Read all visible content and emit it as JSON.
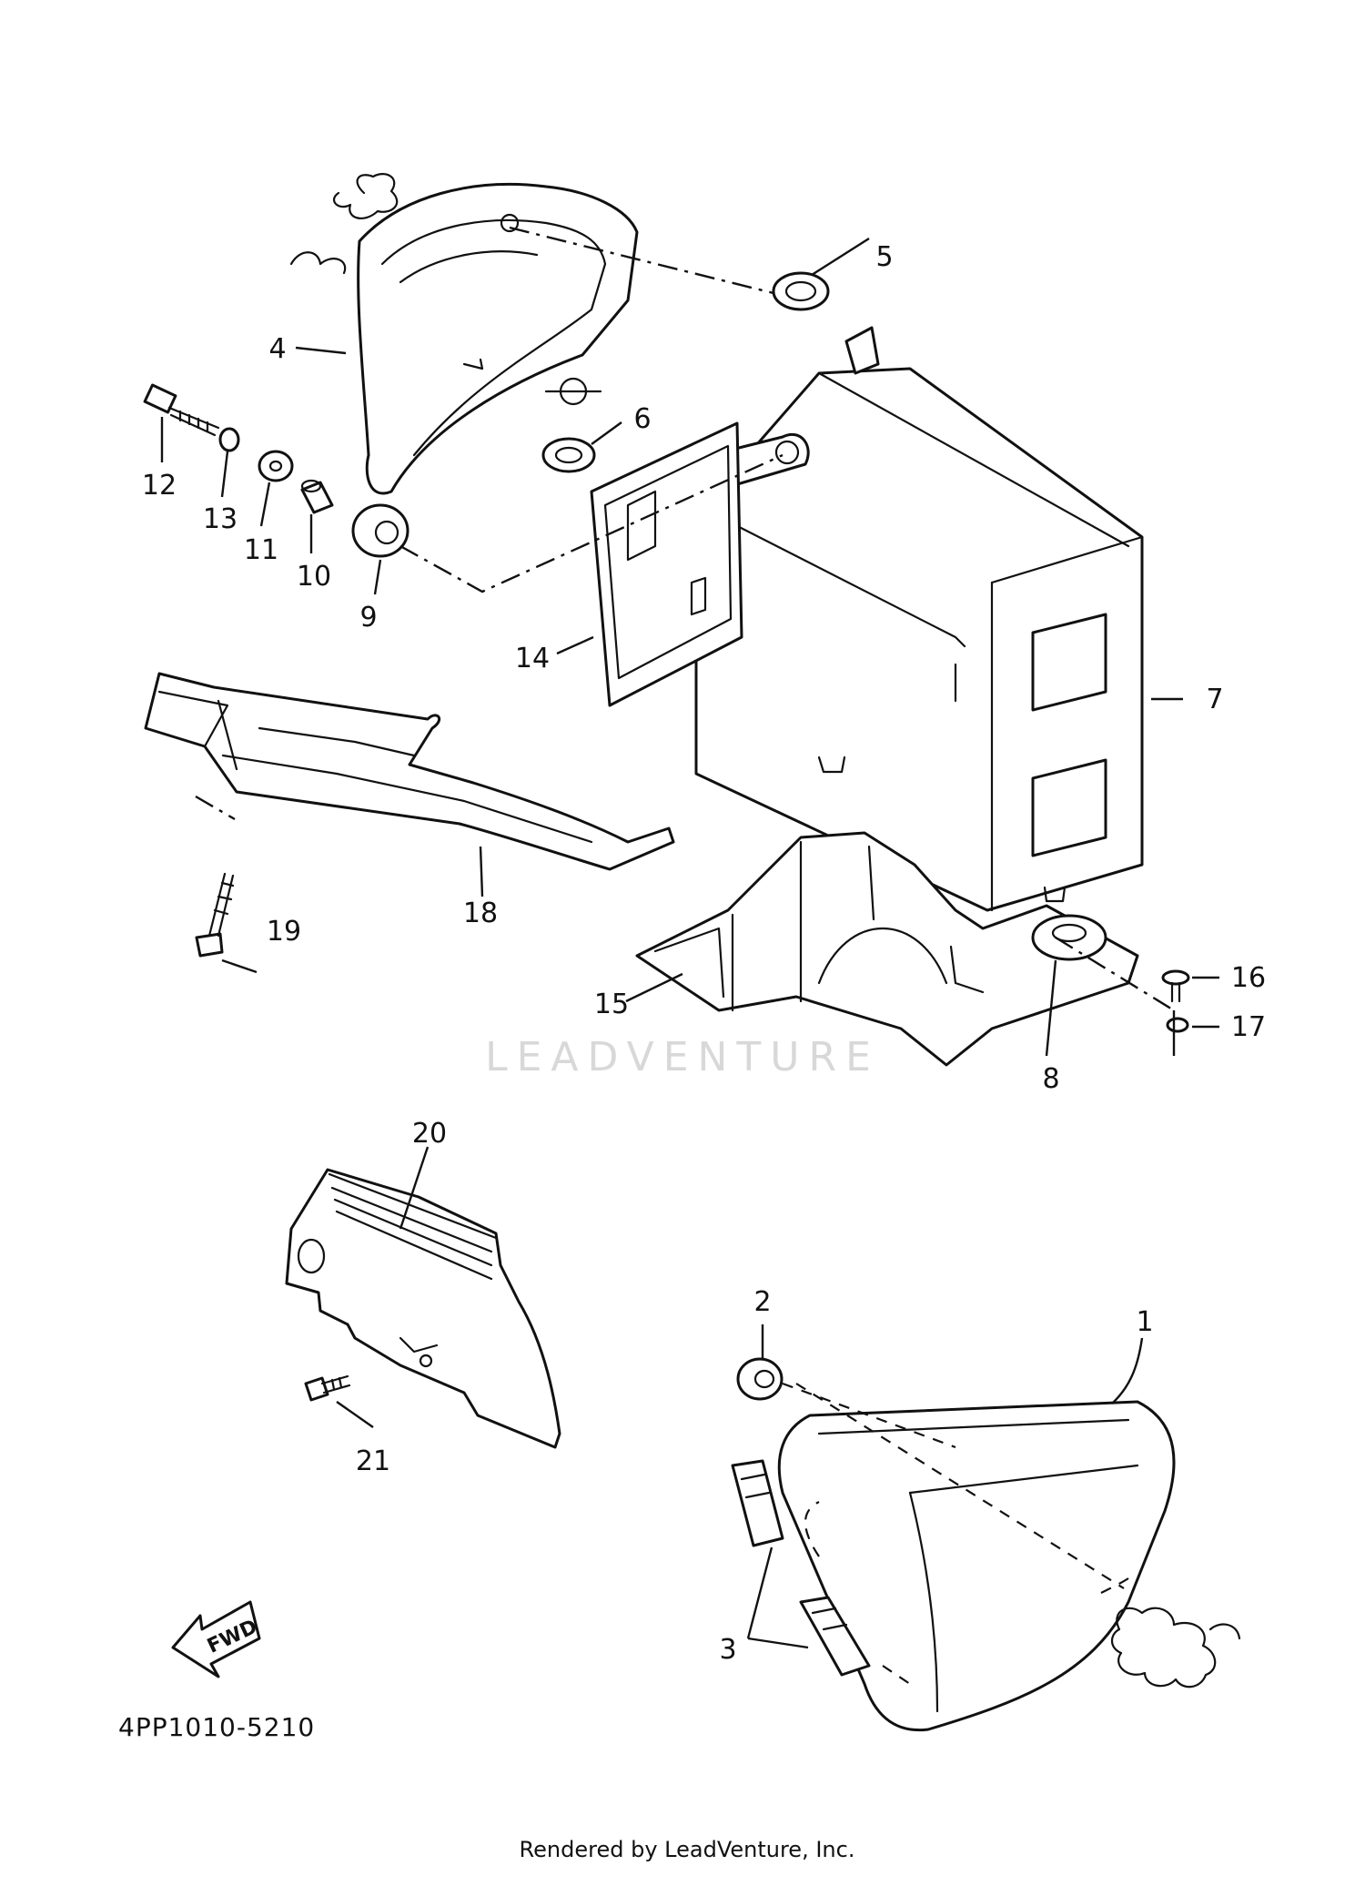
{
  "diagram": {
    "code": "4PP1010-5210",
    "footer": "Rendered by LeadVenture, Inc.",
    "watermark": "LEADVENTURE",
    "fwd_label": "FWD",
    "callouts": [
      "1",
      "2",
      "3",
      "4",
      "5",
      "6",
      "7",
      "8",
      "9",
      "10",
      "11",
      "12",
      "13",
      "14",
      "15",
      "16",
      "17",
      "18",
      "19",
      "20",
      "21"
    ]
  },
  "colors": {
    "line": "#111111",
    "background": "#ffffff",
    "watermark": "#d8d8d8"
  }
}
